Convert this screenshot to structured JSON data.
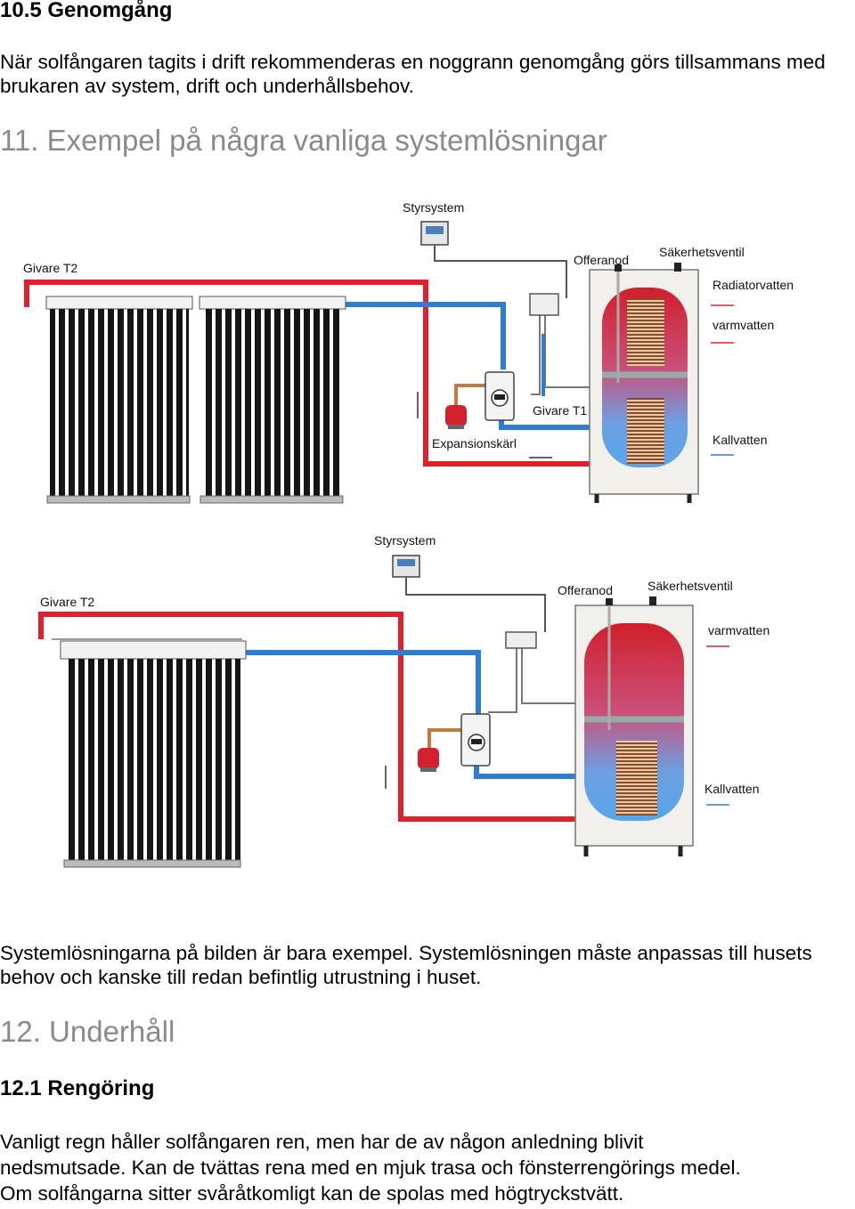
{
  "sec_10_5": {
    "heading": "10.5 Genomgång",
    "lines": [
      "När solfångaren tagits i drift rekommenderas en noggrann genomgång görs tillsammans med",
      "brukaren av system, drift och underhållsbehov."
    ]
  },
  "sec_11": {
    "heading": "11. Exempel på några vanliga systemlösningar"
  },
  "diagram1": {
    "labels": {
      "styrsystem": "Styrsystem",
      "givare_t2": "Givare T2",
      "offeranod": "Offeranod",
      "sakerhetsventil": "Säkerhetsventil",
      "radiatorvatten": "Radiatorvatten",
      "varmvatten": "varmvatten",
      "givare_t1": "Givare T1",
      "expansionskarl": "Expansionskärl",
      "kallvatten": "Kallvatten"
    }
  },
  "diagram2": {
    "labels": {
      "styrsystem": "Styrsystem",
      "givare_t2": "Givare T2",
      "offeranod": "Offeranod",
      "sakerhetsventil": "Säkerhetsventil",
      "varmvatten": "varmvatten",
      "kallvatten": "Kallvatten"
    }
  },
  "note": {
    "lines": [
      "Systemlösningarna på bilden är bara exempel. Systemlösningen måste anpassas till husets",
      "behov och kanske till redan befintlig utrustning i huset."
    ]
  },
  "sec_12": {
    "heading": "12. Underhåll"
  },
  "sec_12_1": {
    "heading": "12.1 Rengöring",
    "lines": [
      "Vanligt regn håller solfångaren ren, men har de av någon anledning blivit",
      "nedsmutsade. Kan de tvättas rena med en mjuk trasa och fönsterrengörings medel.",
      "Om solfångarna sitter svåråtkomligt kan de spolas med högtryckstvätt."
    ]
  },
  "colors": {
    "hot_pipe": "#e0202a",
    "cold_pipe": "#2d7ed0",
    "heading_grey": "#8a8a8a"
  }
}
